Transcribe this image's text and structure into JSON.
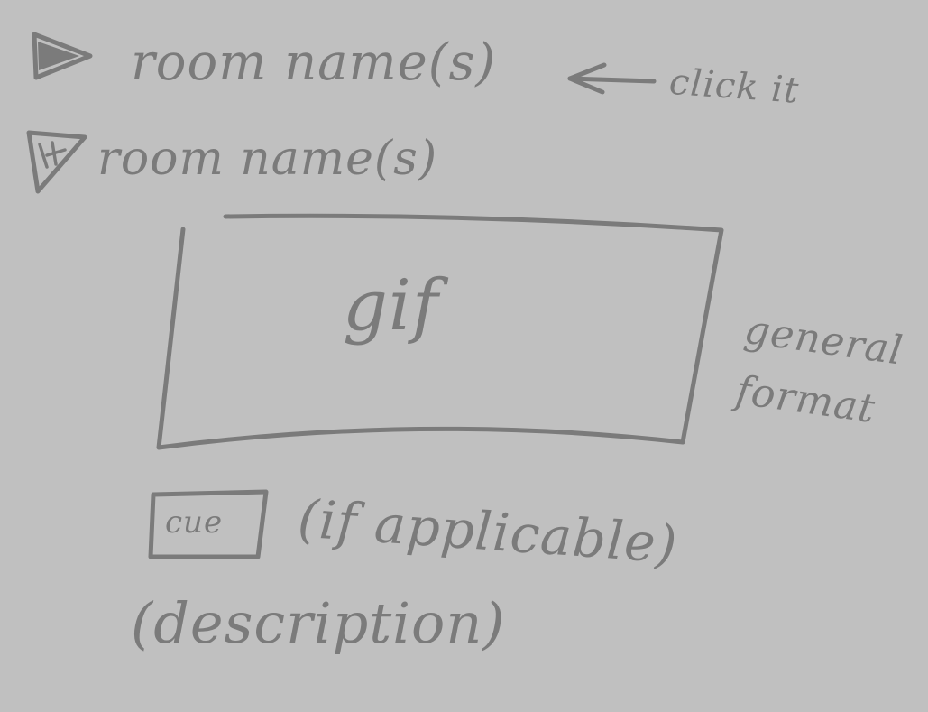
{
  "colors": {
    "background": "#c0c0c0",
    "ink": "#7b7b7b"
  },
  "rows": [
    {
      "icon": "collapsed-triangle-icon",
      "label": "room name(s)"
    },
    {
      "icon": "expanded-triangle-icon",
      "label": "room name(s)"
    }
  ],
  "annotations": {
    "click_it": "click it",
    "general_format": "general format"
  },
  "media_box": {
    "label": "gif"
  },
  "cue_box": {
    "label": "cue"
  },
  "if_applicable": "(if applicable)",
  "description": "(description)"
}
